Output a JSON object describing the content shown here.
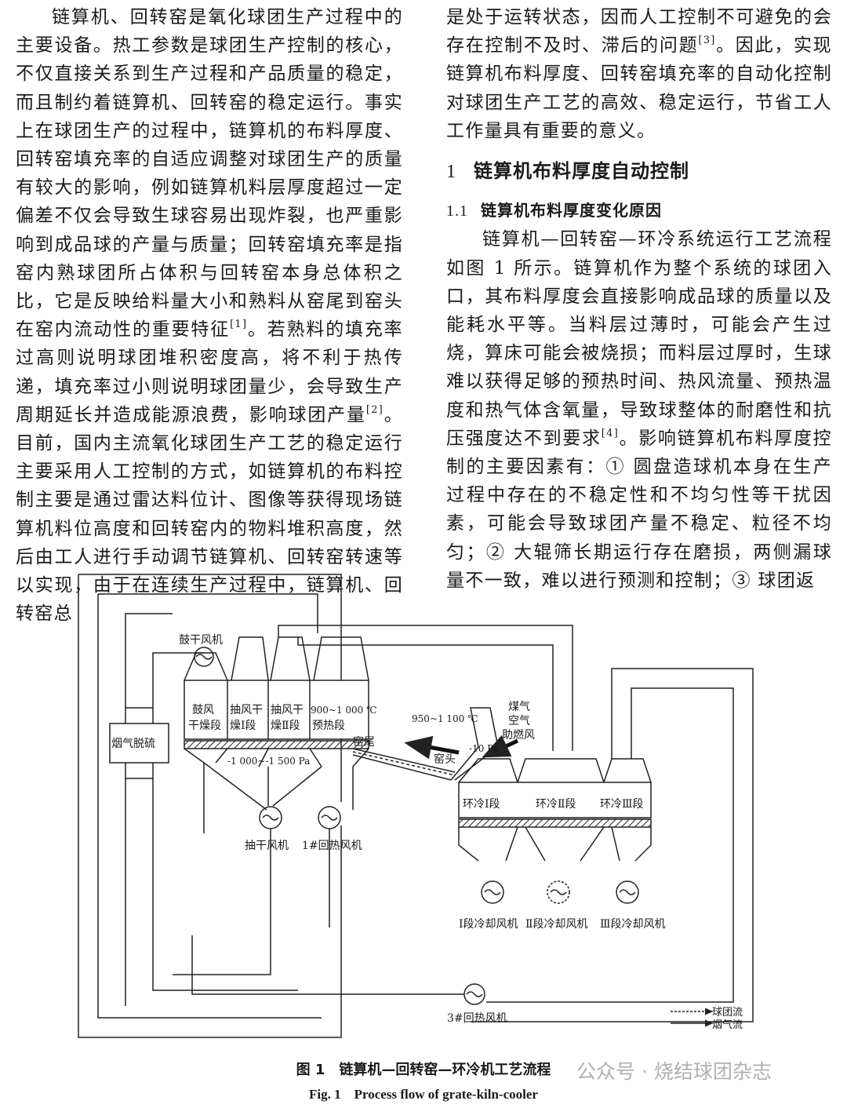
{
  "left_column": {
    "paragraph": "链算机、回转窑是氧化球团生产过程中的主要设备。热工参数是球团生产控制的核心，不仅直接关系到生产过程和产品质量的稳定，而且制约着链算机、回转窑的稳定运行。事实上在球团生产的过程中，链算机的布料厚度、回转窑填充率的自适应调整对球团生产的质量有较大的影响，例如链算机料层厚度超过一定偏差不仅会导致生球容易出现炸裂，也严重影响到成品球的产量与质量；回转窑填充率是指窑内熟球团所占体积与回转窑本身总体积之比，它是反映给料量大小和熟料从窑尾到窑头在窑内流动性的重要特征",
    "ref1": "[1]",
    "paragraph_cont": "。若熟料的填充率过高则说明球团堆积密度高，将不利于热传递，填充率过小则说明球团量少，会导致生产周期延长并造成能源浪费，影响球团产量",
    "ref2": "[2]",
    "paragraph_cont2": "。目前，国内主流氧化球团生产工艺的稳定运行主要采用人工控制的方式，如链算机的布料控制主要是通过雷达料位计、图像等获得现场链算机料位高度和回转窑内的物料堆积高度，然后由工人进行手动调节链算机、回转窑转速等以实现，由于在连续生产过程中，链算机、回转窑总"
  },
  "right_column": {
    "intro": "是处于运转状态，因而人工控制不可避免的会存在控制不及时、滞后的问题",
    "ref3": "[3]",
    "intro_cont": "。因此，实现链算机布料厚度、回转窑填充率的自动化控制对球团生产工艺的高效、稳定运行，节省工人工作量具有重要的意义。",
    "section_num": "1",
    "section_title": "链算机布料厚度自动控制",
    "subsection_num": "1.1",
    "subsection_title": "链算机布料厚度变化原因",
    "body": "链算机—回转窑—环冷系统运行工艺流程如图 1 所示。链算机作为整个系统的球团入口，其布料厚度会直接影响成品球的质量以及能耗水平等。当料层过薄时，可能会产生过烧，算床可能会被烧损；而料层过厚时，生球难以获得足够的预热时间、热风流量、预热温度和热气体含氧量，导致球整体的耐磨性和抗压强度达不到要求",
    "ref4": "[4]",
    "body_cont": "。影响链算机布料厚度控制的主要因素有：① 圆盘造球机本身在生产过程中存在的不稳定性和不均匀性等干扰因素，可能会导致球团产量不稳定、粒径不均匀；② 大辊筛长期运行存在磨损，两侧漏球量不一致，难以进行预测和控制；③ 球团返"
  },
  "figure": {
    "labels": {
      "desulfurization": "烟气脱硫",
      "drum_fan": "鼓干风机",
      "zone1_a": "鼓风",
      "zone1_b": "干燥段",
      "zone2_a": "抽风干",
      "zone2_b": "燥Ⅰ段",
      "zone3_a": "抽风干",
      "zone3_b": "燥Ⅱ段",
      "zone4_a": "900~1 000 ℃",
      "zone4_b": "预热段",
      "kiln_tail": "窑尾",
      "kiln_head": "窑头",
      "kiln_temp": "950~1 100 ℃",
      "pressure_grate": "-1 000~-1 500 Pa",
      "pressure_kiln": "-10 Pa",
      "combustion_a": "煤气",
      "combustion_b": "空气",
      "combustion_c": "助燃风",
      "draft_fan": "抽干风机",
      "reheat_fan_1": "1#回热风机",
      "reheat_fan_3": "3#回热风机",
      "cooler1": "环冷Ⅰ段",
      "cooler2": "环冷Ⅱ段",
      "cooler3": "环冷Ⅲ段",
      "cool_fan1": "Ⅰ段冷却风机",
      "cool_fan2": "Ⅱ段冷却风机",
      "cool_fan3": "Ⅲ段冷却风机",
      "legend_pellet": "球团流",
      "legend_gas": "烟气流"
    }
  },
  "caption": {
    "cn": "图 1　链算机—回转窑—环冷机工艺流程",
    "en": "Fig. 1　Process flow of grate-kiln-cooler"
  },
  "watermark": "公众号 · 烧结球团杂志"
}
